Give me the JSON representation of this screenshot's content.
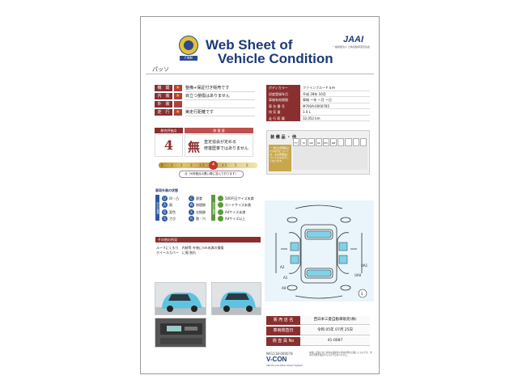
{
  "header": {
    "emblem_text": "FINN",
    "title_line1": "Web Sheet of",
    "title_line2": "Vehicle Condition",
    "org_logo": "JAAI",
    "org_subtitle": "一般財団法人 日本自動車査定協会"
  },
  "car_name": "パッソ",
  "conditions": [
    {
      "label": "機　関",
      "text": "整備+保証付き販売です"
    },
    {
      "label": "内　装",
      "text": "目立つ損傷はありません"
    },
    {
      "label": "外　装",
      "text": ""
    },
    {
      "label": "走　行",
      "text": "実走行距離です"
    }
  ],
  "specs": [
    {
      "label": "ボディカラー",
      "value": "ファインブルーＦＳＭ"
    },
    {
      "label": "初度登録年月",
      "value": "平成 28年 10月"
    },
    {
      "label": "車検有効期限",
      "value": "車検 ー年 ー月 ー日"
    },
    {
      "label": "車 台 番 号",
      "value": "M700A-0000785"
    },
    {
      "label": "排 気 量",
      "value": "1.0 L"
    },
    {
      "label": "走 行 距 離",
      "value": "32,052 km"
    }
  ],
  "scores": {
    "total_label": "総合評価点",
    "total_value": "4",
    "history_label": "修 復 歴",
    "history_value": "無",
    "history_note_line1": "査定協会が定める",
    "history_note_line2": "修復歴車ではありません",
    "scale_labels": [
      "R",
      "1",
      "2",
      "3",
      "3.5",
      "4",
      "4.5",
      "5",
      "S"
    ],
    "scale_note": "点（※評価点の悪い順に並んでおります）",
    "selected_index": 5
  },
  "equipment": {
    "title": "装 備 品 ・ 他",
    "items": [
      "ナビ",
      "TV",
      "AW",
      "SR",
      "ETC",
      "BM",
      "",
      "",
      "",
      ""
    ],
    "note": "ー 当社の装備品とその状況については、主な装備品についてのみ表示しております。"
  },
  "legend": {
    "title": "車両外装の状態",
    "left_heading": "凹凸の種類",
    "left_items": [
      {
        "code": "U",
        "text": "凹・凸"
      },
      {
        "code": "A",
        "text": "傷"
      },
      {
        "code": "C",
        "text": "腐食"
      },
      {
        "code": "W",
        "text": "修理跡"
      },
      {
        "code": "B",
        "text": "変色"
      },
      {
        "code": "X",
        "text": "交換跡"
      },
      {
        "code": "S",
        "text": "さび"
      },
      {
        "code": "R",
        "text": "割・穴"
      }
    ],
    "right_heading": "凹凸の程度",
    "right_items": [
      {
        "code": "1",
        "text": "500円玉サイズ未満"
      },
      {
        "code": "2",
        "text": "カードサイズ未満"
      },
      {
        "code": "3",
        "text": "A4サイズ未満"
      },
      {
        "code": "4",
        "text": "A4サイズ以上"
      }
    ]
  },
  "notes": {
    "title": "その他の所見",
    "line1": "ルーフにくもり　内装等 外装にnm未満の損傷",
    "line2": "ホイールカバー　に傷 割れ"
  },
  "diagram_labels": {
    "a2": "A2",
    "a1": "A1",
    "a0": "A0",
    "ua1": "UA1",
    "ua0": "UA0",
    "s": "S"
  },
  "dealer": {
    "rows": [
      {
        "label": "販 売 店 名",
        "value": "西日本三菱自動車販売(株)"
      },
      {
        "label": "車両検査日",
        "value": "令和 05年 07月 25日"
      },
      {
        "label": "検 査 員 No",
        "value": "41-0087"
      }
    ]
  },
  "footer": {
    "code": "NA1118-000078",
    "brand": "V-CON",
    "brand_sub": "Vehicle Condition Check System",
    "disclaimer": "本書に記載された内容は検査時の車両状態を記載したものです。車両の状態を保証するものではありません。"
  },
  "colors": {
    "navy": "#1c3a7a",
    "maroon": "#8a2f2f",
    "gold": "#c8a74c",
    "car_blue": "#5ec3e0"
  }
}
